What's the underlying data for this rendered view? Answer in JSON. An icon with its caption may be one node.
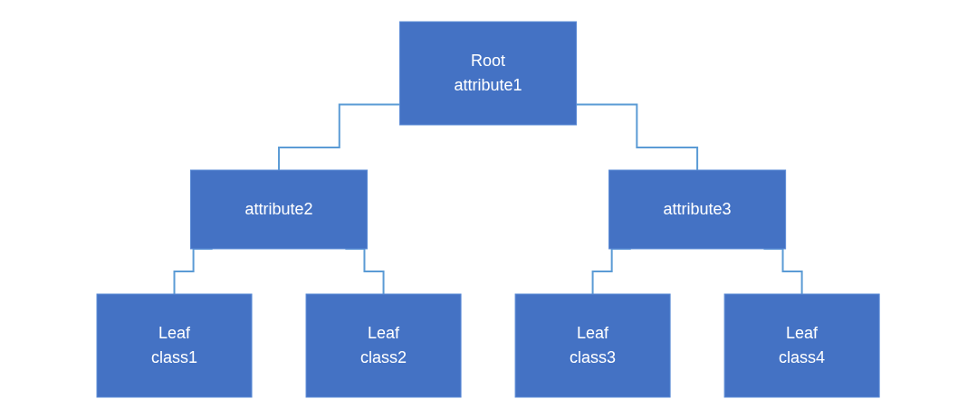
{
  "diagram": {
    "nodes": [
      {
        "text": [
          "Root",
          "attribute1"
        ]
      },
      {
        "text": [
          "attribute2"
        ]
      },
      {
        "text": [
          "attribute3"
        ]
      },
      {
        "text": [
          "Leaf",
          "class1"
        ]
      },
      {
        "text": [
          "Leaf",
          "class2"
        ]
      },
      {
        "text": [
          "Leaf",
          "class3"
        ]
      },
      {
        "text": [
          "Leaf",
          "class4"
        ]
      }
    ],
    "edges": [
      {
        "from": 0,
        "to": 1,
        "arrow": "none"
      },
      {
        "from": 0,
        "to": 2,
        "arrow": "none"
      },
      {
        "from": 1,
        "to": 3,
        "arrow": "none"
      },
      {
        "from": 1,
        "to": 4,
        "arrow": "none"
      },
      {
        "from": 2,
        "to": 5,
        "arrow": "none"
      },
      {
        "from": 2,
        "to": 6,
        "arrow": "none"
      }
    ]
  }
}
